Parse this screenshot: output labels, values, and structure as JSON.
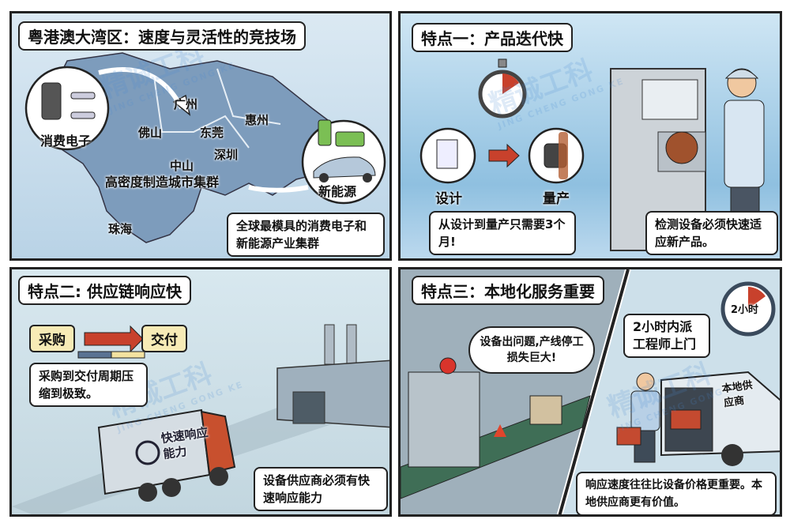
{
  "watermark": {
    "brand": "精诚工科",
    "pinyin": "JING CHENG GONG KE"
  },
  "panel1": {
    "title": "粤港澳大湾区：速度与灵活性的竞技场",
    "cities": [
      "广州",
      "惠州",
      "佛山",
      "东莞",
      "深圳",
      "中山",
      "珠海"
    ],
    "cluster_label": "高密度制造城市集群",
    "consumer_label": "消费电子",
    "ev_label": "新能源",
    "caption": "全球最模具的消费电子和新能源产业集群"
  },
  "panel2": {
    "title": "特点一：产品迭代快",
    "design_label": "设计",
    "production_label": "量产",
    "caption_left": "从设计到量产只需要3个月!",
    "caption_right": "检测设备必须快速适应新产品。"
  },
  "panel3": {
    "title": "特点二: 供应链响应快",
    "procure": "采购",
    "deliver": "交付",
    "caption_top": "采购到交付周期压缩到极致。",
    "truck_text": "快速响应能力",
    "caption_bottom": "设备供应商必须有快速响应能力"
  },
  "panel4": {
    "title": "特点三：本地化服务重要",
    "thought": "设备出问题,产线停工损失巨大!",
    "clock_label": "2小时",
    "speech": "2小时内派工程师上门",
    "van_text": "本地供应商",
    "caption": "响应速度往往比设备价格更重要。本地供应商更有价值。"
  },
  "colors": {
    "accent_red": "#c8412c",
    "map_land": "#7d9cbc",
    "sea": "#c6dcec",
    "outline": "#222222"
  }
}
